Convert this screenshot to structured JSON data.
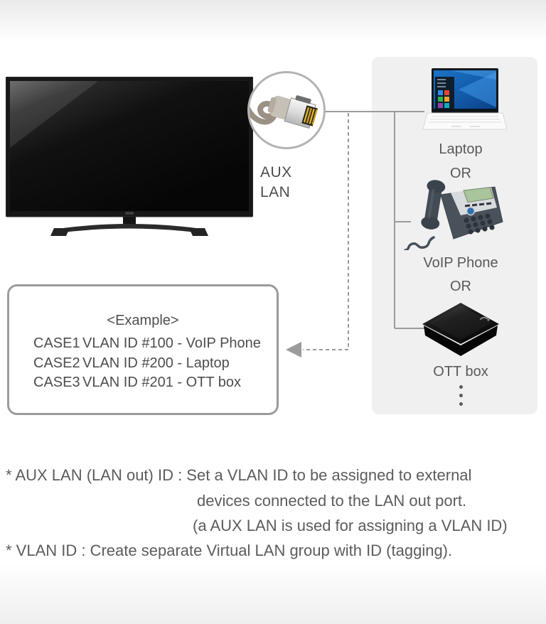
{
  "colors": {
    "panel_bg": "#f0f0f0",
    "connector_line": "#9b9b9b",
    "dashed_arrow": "#9b9b9b",
    "body_text": "#5c5c5c",
    "example_border": "#9b9b9b"
  },
  "tv": {
    "name": "TV with AUX LAN (LAN out) port"
  },
  "aux_lan_callout": {
    "icon": "ethernet-cable-icon",
    "label_line1": "AUX",
    "label_line2": "LAN"
  },
  "device_panel": {
    "items": [
      {
        "type": "device",
        "icon": "laptop-icon",
        "label": "Laptop"
      },
      {
        "type": "separator",
        "label": "OR"
      },
      {
        "type": "device",
        "icon": "voip-phone-icon",
        "label": "VoIP Phone"
      },
      {
        "type": "separator",
        "label": "OR"
      },
      {
        "type": "device",
        "icon": "ott-box-icon",
        "label": "OTT box"
      },
      {
        "type": "more",
        "icon": "vertical-ellipsis-icon",
        "label": "⋮"
      }
    ]
  },
  "example_box": {
    "title": "<Example>",
    "cases": [
      {
        "name": "CASE1",
        "value": "VLAN ID #100 - VoIP Phone"
      },
      {
        "name": "CASE2",
        "value": "VLAN ID #200 - Laptop"
      },
      {
        "name": "CASE3",
        "value": "VLAN ID #201 - OTT box"
      }
    ]
  },
  "notes": [
    "* AUX LAN (LAN out) ID : Set a VLAN ID to be assigned to external",
    "devices connected to the LAN out port.",
    "(a AUX LAN is used for assigning a VLAN ID)",
    "* VLAN ID : Create separate Virtual LAN group with ID (tagging)."
  ]
}
